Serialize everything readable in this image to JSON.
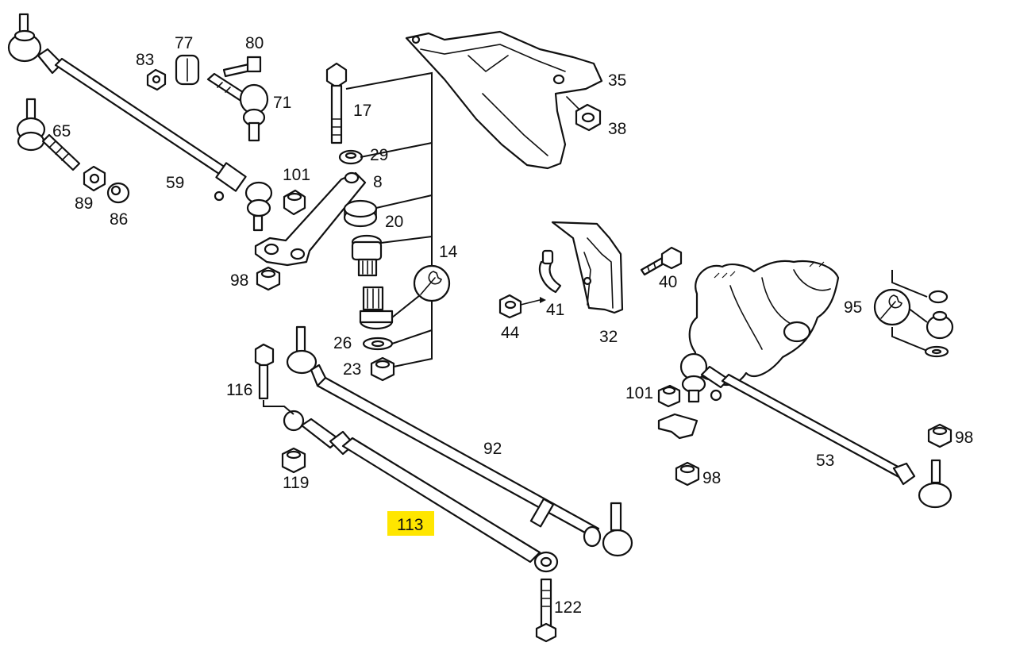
{
  "diagram": {
    "highlight_color": "#FFE600",
    "highlighted_part": "113",
    "labels": {
      "p17": "17",
      "p29": "29",
      "p8": "8",
      "p20": "20",
      "p14": "14",
      "p26": "26",
      "p23": "23",
      "p35": "35",
      "p38": "38",
      "p83": "83",
      "p77": "77",
      "p80": "80",
      "p71": "71",
      "p65": "65",
      "p89": "89",
      "p86": "86",
      "p59": "59",
      "p101a": "101",
      "p98a": "98",
      "p41": "41",
      "p44": "44",
      "p40": "40",
      "p32": "32",
      "p95": "95",
      "p116": "116",
      "p119": "119",
      "p92": "92",
      "p113": "113",
      "p122": "122",
      "p101b": "101",
      "p98b": "98",
      "p53": "53",
      "p98c": "98"
    },
    "icons": [
      "wrench-icon",
      "wrench-icon"
    ]
  }
}
